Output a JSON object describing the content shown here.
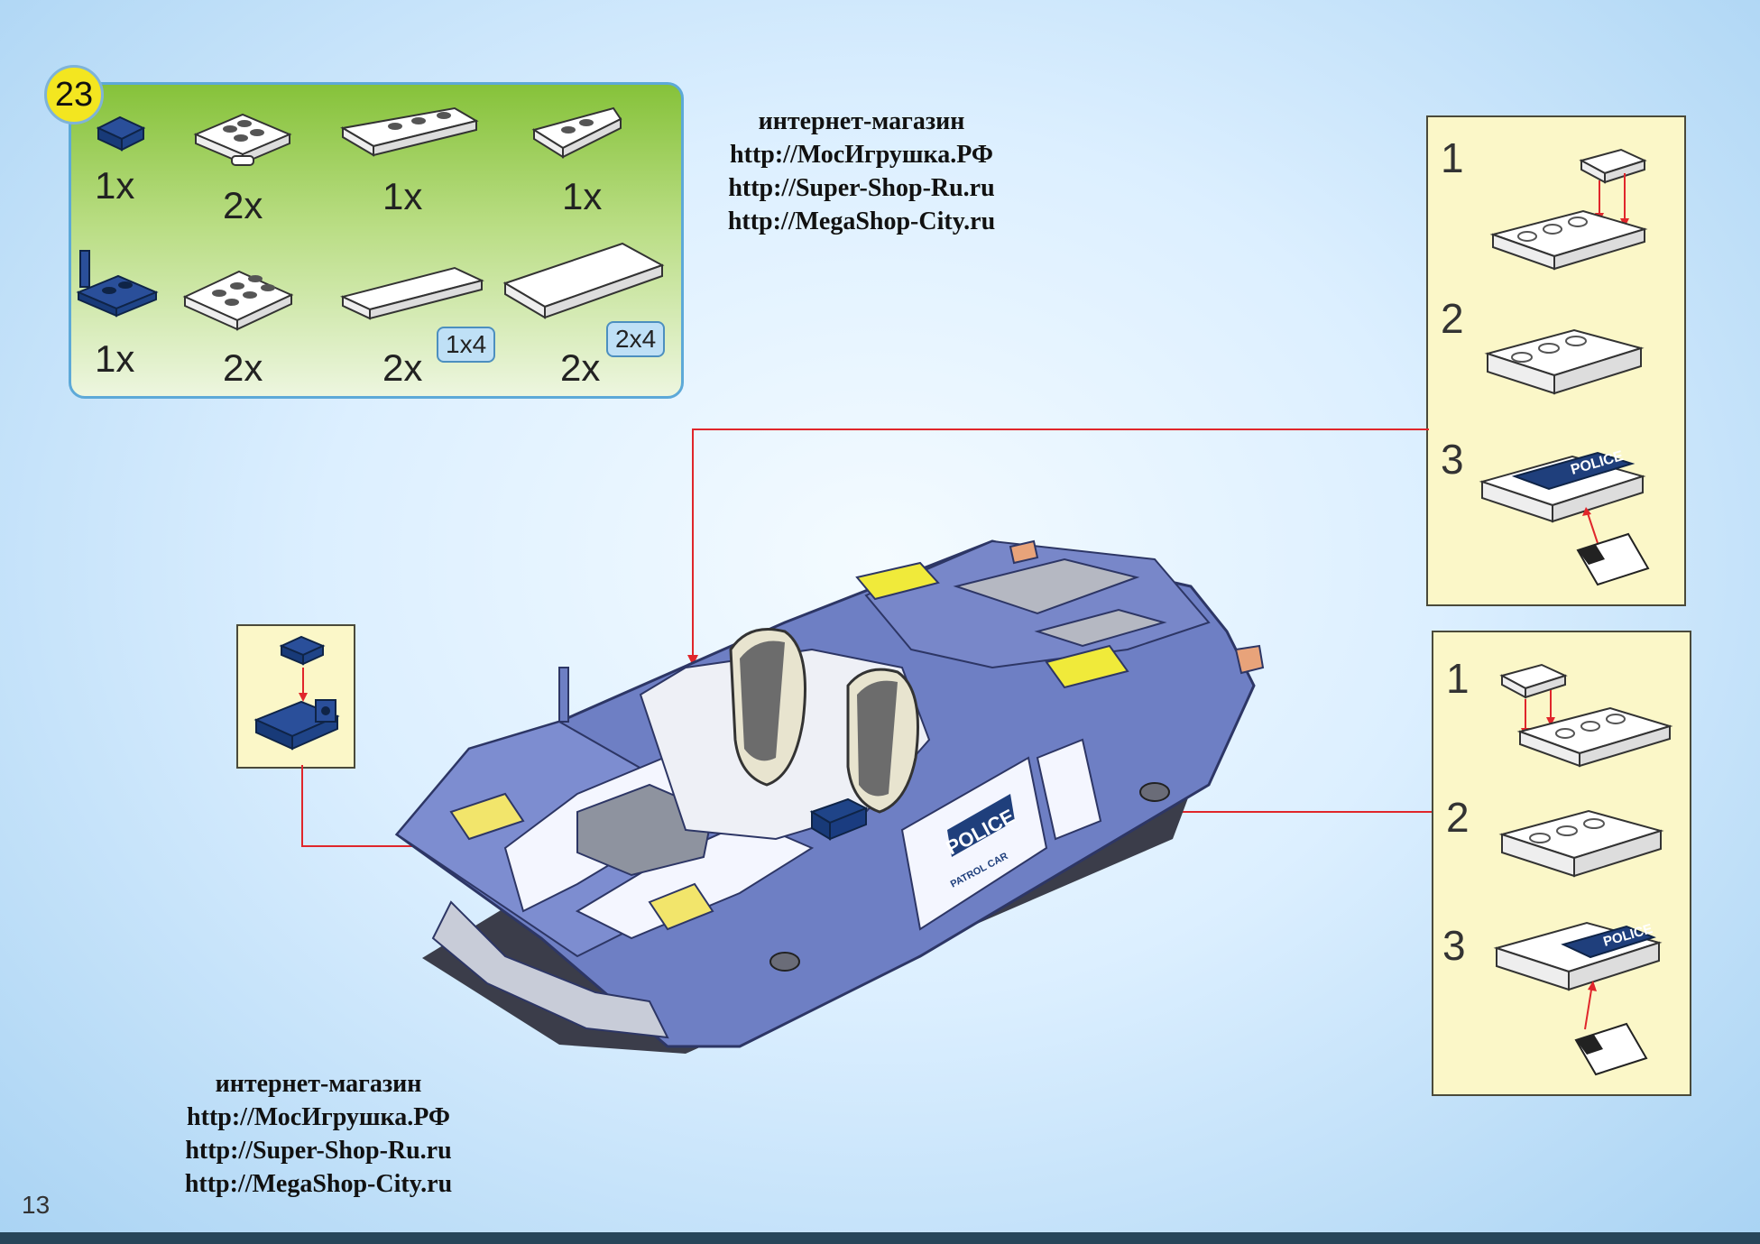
{
  "step": "23",
  "parts": [
    {
      "qty": "1x",
      "name": "dark-blue-tile-1x1"
    },
    {
      "qty": "2x",
      "name": "white-plate-with-clips"
    },
    {
      "qty": "1x",
      "name": "white-wedge-plate"
    },
    {
      "qty": "1x",
      "name": "white-wedge-plate-small"
    },
    {
      "qty": "1x",
      "name": "dark-blue-plate-with-bar"
    },
    {
      "qty": "2x",
      "name": "white-plate-2x3"
    },
    {
      "qty": "2x",
      "name": "white-tile-1x4",
      "size": "1x4"
    },
    {
      "qty": "2x",
      "name": "white-tile-2x4",
      "size": "2x4"
    }
  ],
  "shop_top": [
    "интернет-магазин",
    "http://МосИгрушка.РФ",
    "http://Super-Shop-Ru.ru",
    "http://MegaShop-City.ru"
  ],
  "shop_bottom": [
    "интернет-магазин",
    "http://МосИгрушка.РФ",
    "http://Super-Shop-Ru.ru",
    "http://MegaShop-City.ru"
  ],
  "sub_steps_top": [
    "1",
    "2",
    "3"
  ],
  "sub_steps_bottom": [
    "1",
    "2",
    "3"
  ],
  "sticker_text": {
    "police": "POLICE",
    "patrol": "PATROL CAR"
  },
  "page_number": "13",
  "colors": {
    "accent_red": "#e0262b",
    "dark_blue": "#1f3f7c",
    "car_blue": "#6e7fc4",
    "panel_yellow": "#fbf7c8",
    "badge_yellow": "#f3e620"
  }
}
